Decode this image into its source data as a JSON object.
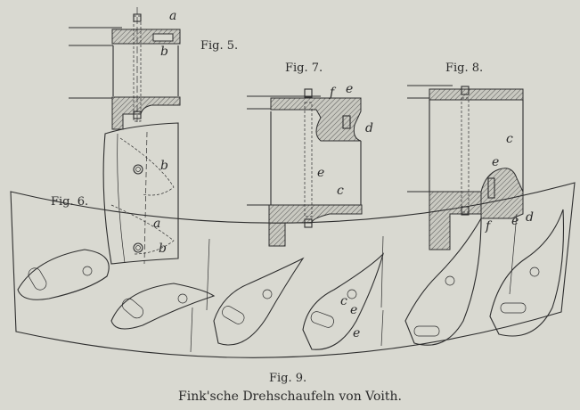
{
  "figures": {
    "fig5": {
      "label": "Fig. 5.",
      "letters": [
        "a",
        "b"
      ]
    },
    "fig6": {
      "label": "Fig. 6.",
      "letters": [
        "b",
        "a",
        "b"
      ]
    },
    "fig7": {
      "label": "Fig. 7.",
      "letters": [
        "f",
        "e",
        "d",
        "e",
        "c"
      ]
    },
    "fig8": {
      "label": "Fig. 8.",
      "letters": [
        "c",
        "e",
        "f",
        "e",
        "d"
      ]
    },
    "fig9": {
      "label": "Fig. 9.",
      "letters": [
        "e",
        "c",
        "e"
      ]
    }
  },
  "caption": "Fink'sche Drehschaufeln von Voith."
}
